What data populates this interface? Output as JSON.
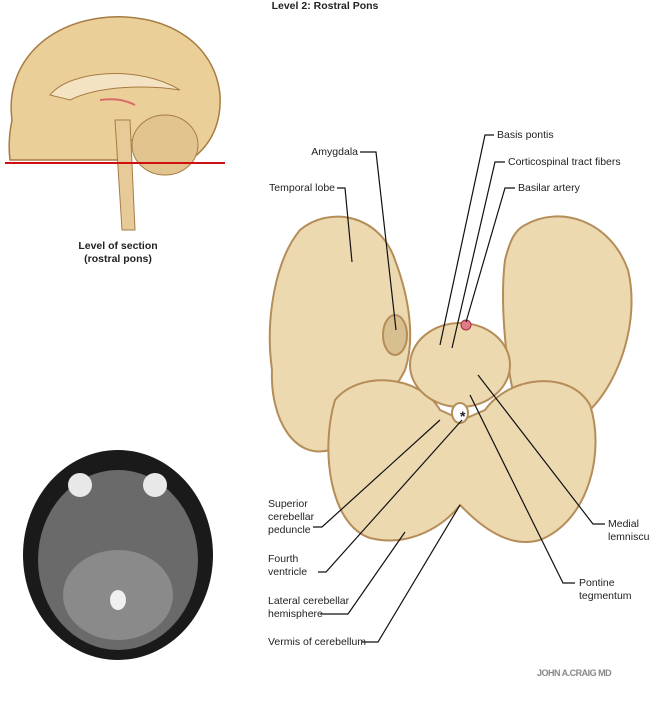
{
  "title": "Level 2: Rostral Pons",
  "level_of_section": {
    "line1": "Level of section",
    "line2": "(rostral pons)"
  },
  "labels": {
    "amygdala": "Amygdala",
    "temporal_lobe": "Temporal lobe",
    "basis_pontis": "Basis pontis",
    "corticospinal": "Corticospinal tract fibers",
    "basilar_artery": "Basilar artery",
    "scp": [
      "Superior",
      "cerebellar",
      "peduncle"
    ],
    "fourth_ventricle": [
      "Fourth",
      "ventricle"
    ],
    "lateral_hemisphere": [
      "Lateral cerebellar",
      "hemisphere"
    ],
    "vermis": "Vermis of cerebellum",
    "medial_lemniscus": [
      "Medial",
      "lemniscus"
    ],
    "pontine_tegmentum": [
      "Pontine",
      "tegmentum"
    ],
    "asterisk": "*"
  },
  "signature": "JOHN A.CRAIG MD",
  "colors": {
    "tissue": "#ecd9b0",
    "tissue_edge": "#b58d58",
    "section_line": "#d01010"
  }
}
